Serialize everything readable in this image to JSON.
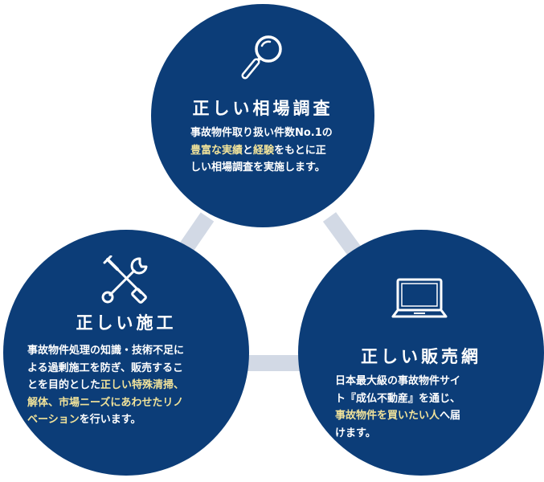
{
  "colors": {
    "circle_fill": "#0c3d78",
    "text": "#ffffff",
    "highlight": "#f0e29a",
    "connector": "#d2d9e5"
  },
  "research": {
    "icon": "magnifying-glass-icon",
    "title": "正しい相場調査",
    "line1": "事故物件取り扱い件数No.1の",
    "line2_hl1": "豊富な実績",
    "line2_t1": "と",
    "line2_hl2": "経験",
    "line2_t2": "をもとに正",
    "line3": "しい相場調査を実施します。"
  },
  "construction": {
    "icon": "tools-icon",
    "title": "正しい施工",
    "line1": "事故物件処理の知識・技術不足に",
    "line2": "よる過剰施工を防ぎ、販売するこ",
    "line3_t1": "とを目的とした",
    "line3_hl": "正しい特殊清掃、",
    "line4_hl": "解体、市場ニーズにあわせたリノ",
    "line5_hl": "ベーション",
    "line5_t1": "を行います。"
  },
  "sales": {
    "icon": "laptop-icon",
    "title": "正しい販売網",
    "line1": "日本最大級の事故物件サイ",
    "line2": "ト『成仏不動産』を通じ、",
    "line3_hl": "事故物件を買いたい人",
    "line3_t1": "へ届",
    "line4": "けます。"
  }
}
